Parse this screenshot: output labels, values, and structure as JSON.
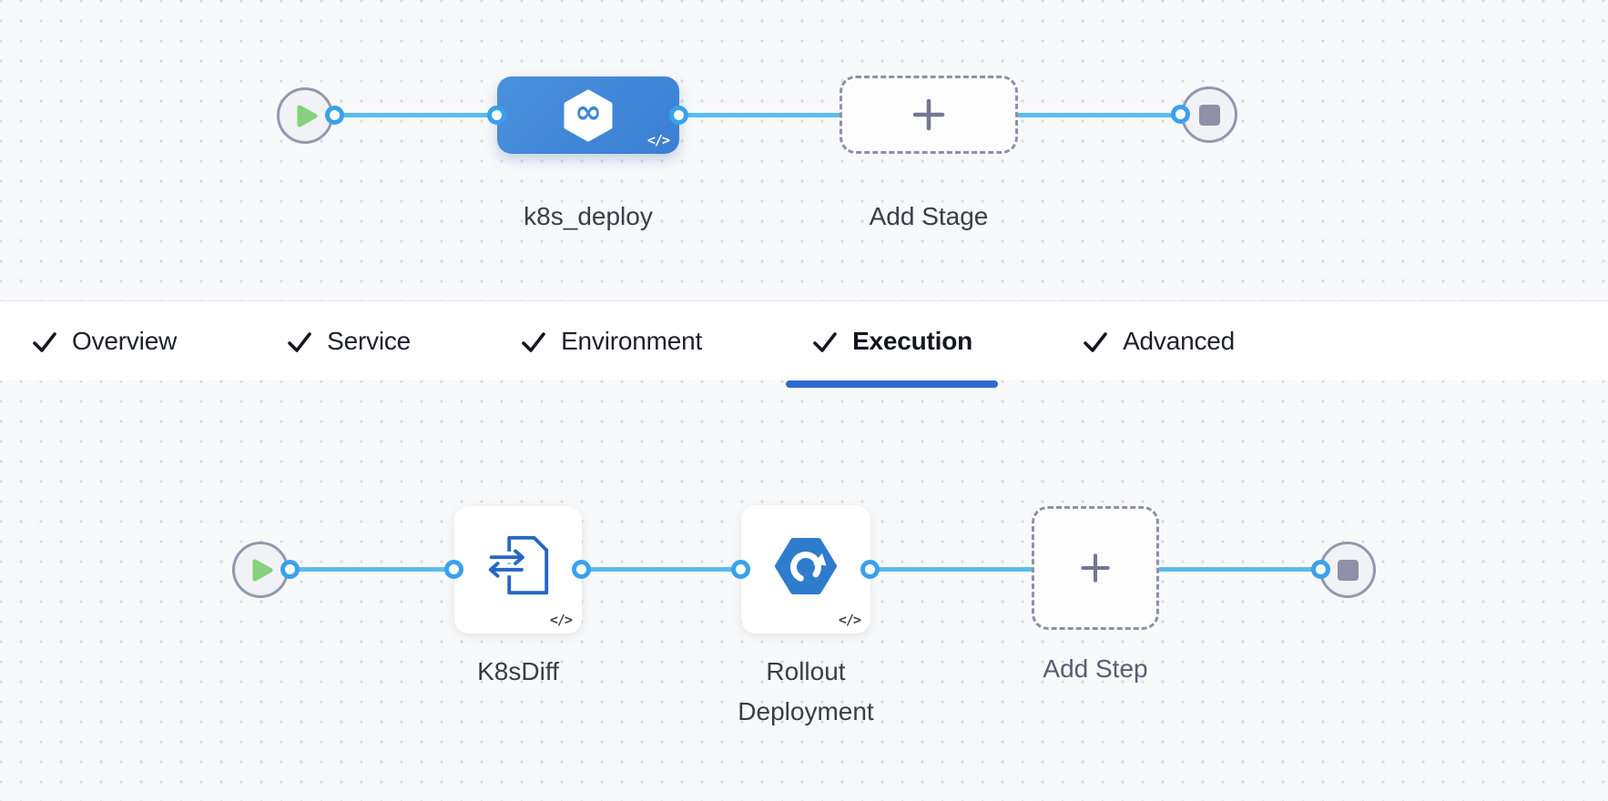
{
  "tabs": [
    {
      "label": "Overview",
      "checked": true,
      "active": false
    },
    {
      "label": "Service",
      "checked": true,
      "active": false
    },
    {
      "label": "Environment",
      "checked": true,
      "active": false
    },
    {
      "label": "Execution",
      "checked": true,
      "active": true
    },
    {
      "label": "Advanced",
      "checked": true,
      "active": false
    }
  ],
  "stage_pipeline": {
    "stage_label": "k8s_deploy",
    "add_stage_label": "Add Stage"
  },
  "execution_pipeline": {
    "steps": [
      {
        "label": "K8sDiff"
      },
      {
        "label": "Rollout Deployment"
      }
    ],
    "add_step_label": "Add Step"
  },
  "icons": {
    "code_badge": "</>",
    "stage_icon": "infinity-hexagon",
    "step1_icon": "k8s-diff-document",
    "step2_icon": "rollout-hexagon-arrow"
  },
  "colors": {
    "stage_node_blue": "#4189d8",
    "edge_blue": "#5abcec",
    "connector_blue": "#38a1ee",
    "tab_underline_blue": "#2e6ad1",
    "play_green": "#85d17c",
    "stop_gray": "#8f90a7"
  }
}
